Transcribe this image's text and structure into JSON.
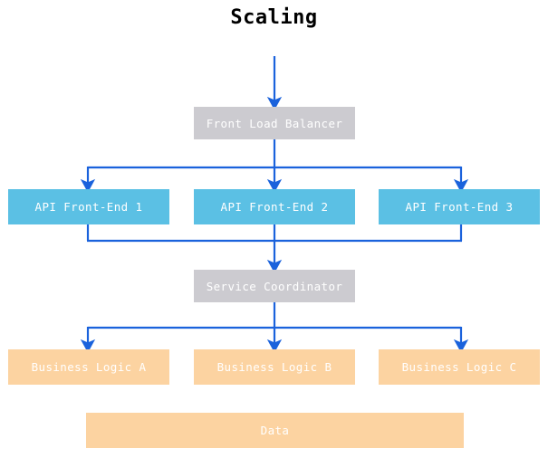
{
  "title": "Scaling",
  "colors": {
    "background": "#ffffff",
    "title_text": "#000000",
    "node_text": "#ffffff",
    "gray_node": "#cccbd0",
    "blue_node": "#5bc0e4",
    "orange_node": "#fcd3a1",
    "connector": "#1a62dc"
  },
  "nodes": {
    "front_load_balancer": {
      "label": "Front Load Balancer",
      "tier": "gray"
    },
    "api_front_end_1": {
      "label": "API Front-End 1",
      "tier": "blue"
    },
    "api_front_end_2": {
      "label": "API Front-End 2",
      "tier": "blue"
    },
    "api_front_end_3": {
      "label": "API Front-End 3",
      "tier": "blue"
    },
    "service_coordinator": {
      "label": "Service Coordinator",
      "tier": "gray"
    },
    "business_logic_a": {
      "label": "Business Logic A",
      "tier": "orange"
    },
    "business_logic_b": {
      "label": "Business Logic B",
      "tier": "orange"
    },
    "business_logic_c": {
      "label": "Business Logic C",
      "tier": "orange"
    },
    "data_store": {
      "label": "Data",
      "tier": "orange"
    }
  },
  "chart_data": {
    "type": "diagram",
    "title": "Scaling",
    "layout": "top-down layered flow",
    "tiers": [
      {
        "name": "entry",
        "nodes": [
          "Front Load Balancer"
        ]
      },
      {
        "name": "api",
        "nodes": [
          "API Front-End 1",
          "API Front-End 2",
          "API Front-End 3"
        ]
      },
      {
        "name": "coordination",
        "nodes": [
          "Service Coordinator"
        ]
      },
      {
        "name": "logic",
        "nodes": [
          "Business Logic A",
          "Business Logic B",
          "Business Logic C"
        ]
      },
      {
        "name": "storage",
        "nodes": [
          "Data"
        ]
      }
    ],
    "edges": [
      {
        "from": "external-input",
        "to": "Front Load Balancer",
        "style": "arrow"
      },
      {
        "from": "Front Load Balancer",
        "to": "API Front-End 1",
        "style": "arrow"
      },
      {
        "from": "Front Load Balancer",
        "to": "API Front-End 2",
        "style": "arrow"
      },
      {
        "from": "Front Load Balancer",
        "to": "API Front-End 3",
        "style": "arrow"
      },
      {
        "from": "API Front-End 1",
        "to": "Service Coordinator",
        "style": "arrow"
      },
      {
        "from": "API Front-End 2",
        "to": "Service Coordinator",
        "style": "arrow"
      },
      {
        "from": "API Front-End 3",
        "to": "Service Coordinator",
        "style": "arrow"
      },
      {
        "from": "Service Coordinator",
        "to": "Business Logic A",
        "style": "arrow"
      },
      {
        "from": "Service Coordinator",
        "to": "Business Logic B",
        "style": "arrow"
      },
      {
        "from": "Service Coordinator",
        "to": "Business Logic C",
        "style": "arrow"
      }
    ]
  }
}
